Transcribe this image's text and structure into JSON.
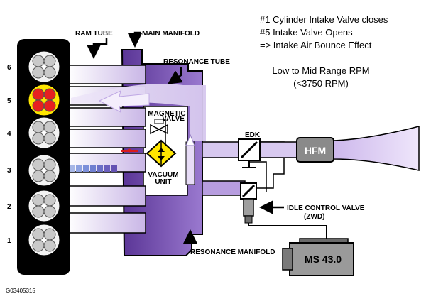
{
  "notes": {
    "line1": "#1 Cylinder Intake Valve closes",
    "line2": "#5 Intake Valve Opens",
    "line3": "=> Intake Air Bounce Effect",
    "rpm_line1": "Low to Mid Range RPM",
    "rpm_line2": "(<3750 RPM)"
  },
  "labels": {
    "ram_tube": "RAM TUBE",
    "main_manifold": "MAIN MANIFOLD",
    "resonance_tube": "RESONANCE TUBE",
    "magnetic_valve_1": "MAGNETIC",
    "magnetic_valve_2": "VALVE",
    "vacuum_unit_1": "VACUUM",
    "vacuum_unit_2": "UNIT",
    "edk": "EDK",
    "hfm": "HFM",
    "idle_control_valve_1": "IDLE CONTROL VALVE",
    "idle_control_valve_2": "(ZWD)",
    "resonance_manifold": "RESONANCE MANIFOLD",
    "ecu": "MS 43.0",
    "figure_code": "G03405315"
  },
  "cylinders": [
    {
      "number": "6",
      "active": false
    },
    {
      "number": "5",
      "active": true
    },
    {
      "number": "4",
      "active": false
    },
    {
      "number": "3",
      "active": false
    },
    {
      "number": "2",
      "active": false
    },
    {
      "number": "1",
      "active": false
    }
  ],
  "colors": {
    "manifold_dark": "#4b2a86",
    "manifold_mid": "#8a63c2",
    "flow_light": "#e9e0f6",
    "valve_active": "#e62020",
    "valve_active_center": "#ffe600",
    "valve_idle": "#c9c9c9",
    "valve_body": "#ffe600",
    "hfm_gray": "#8a8a8a"
  }
}
